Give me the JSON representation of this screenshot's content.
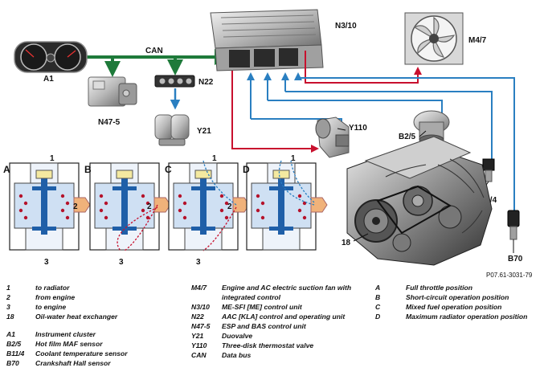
{
  "components": {
    "a1": "A1",
    "n47_5": "N47-5",
    "n22": "N22",
    "y21": "Y21",
    "n3_10": "N3/10",
    "m4_7": "M4/7",
    "y110": "Y110",
    "b2_5": "B2/5",
    "b11_4": "B11/4",
    "b70": "B70",
    "part_18": "18",
    "can": "CAN"
  },
  "panels": [
    {
      "letter": "A",
      "port_1": "1",
      "port_2": "2",
      "port_3": "3"
    },
    {
      "letter": "B",
      "port_2": "2",
      "port_3": "3"
    },
    {
      "letter": "C",
      "port_1": "1",
      "port_2": "2",
      "port_3": "3"
    },
    {
      "letter": "D",
      "port_1": "1"
    }
  ],
  "reference_code": "P07.61-3031-79",
  "legend": {
    "col1": [
      {
        "key": "1",
        "text": "to radiator"
      },
      {
        "key": "2",
        "text": "from engine"
      },
      {
        "key": "3",
        "text": "to engine"
      },
      {
        "key": "18",
        "text": "Oil-water heat exchanger"
      },
      {
        "key": "A1",
        "text": "Instrument cluster"
      },
      {
        "key": "B2/5",
        "text": "Hot film MAF sensor"
      },
      {
        "key": "B11/4",
        "text": "Coolant temperature sensor"
      },
      {
        "key": "B70",
        "text": "Crankshaft Hall sensor"
      }
    ],
    "col2": [
      {
        "key": "M4/7",
        "text": "Engine and AC electric suction fan with integrated control"
      },
      {
        "key": "N3/10",
        "text": "ME-SFI [ME] control unit"
      },
      {
        "key": "N22",
        "text": "AAC [KLA] control and operating unit"
      },
      {
        "key": "N47-5",
        "text": "ESP and BAS control unit"
      },
      {
        "key": "Y21",
        "text": "Duovalve"
      },
      {
        "key": "Y110",
        "text": "Three-disk thermostat valve"
      },
      {
        "key": "CAN",
        "text": "Data bus"
      }
    ],
    "col3": [
      {
        "key": "A",
        "text": "Full throttle position"
      },
      {
        "key": "B",
        "text": "Short-circuit operation position"
      },
      {
        "key": "C",
        "text": "Mixed fuel operation position"
      },
      {
        "key": "D",
        "text": "Maximum radiator operation position"
      }
    ]
  },
  "colors": {
    "can_bus": "#1e7a3a",
    "red_line": "#c8102e",
    "blue_line": "#2a7fc1",
    "panel_bg": "#cfe0f3",
    "valve_blue": "#1f5fa8",
    "flow_orange": "#f0b27a"
  }
}
